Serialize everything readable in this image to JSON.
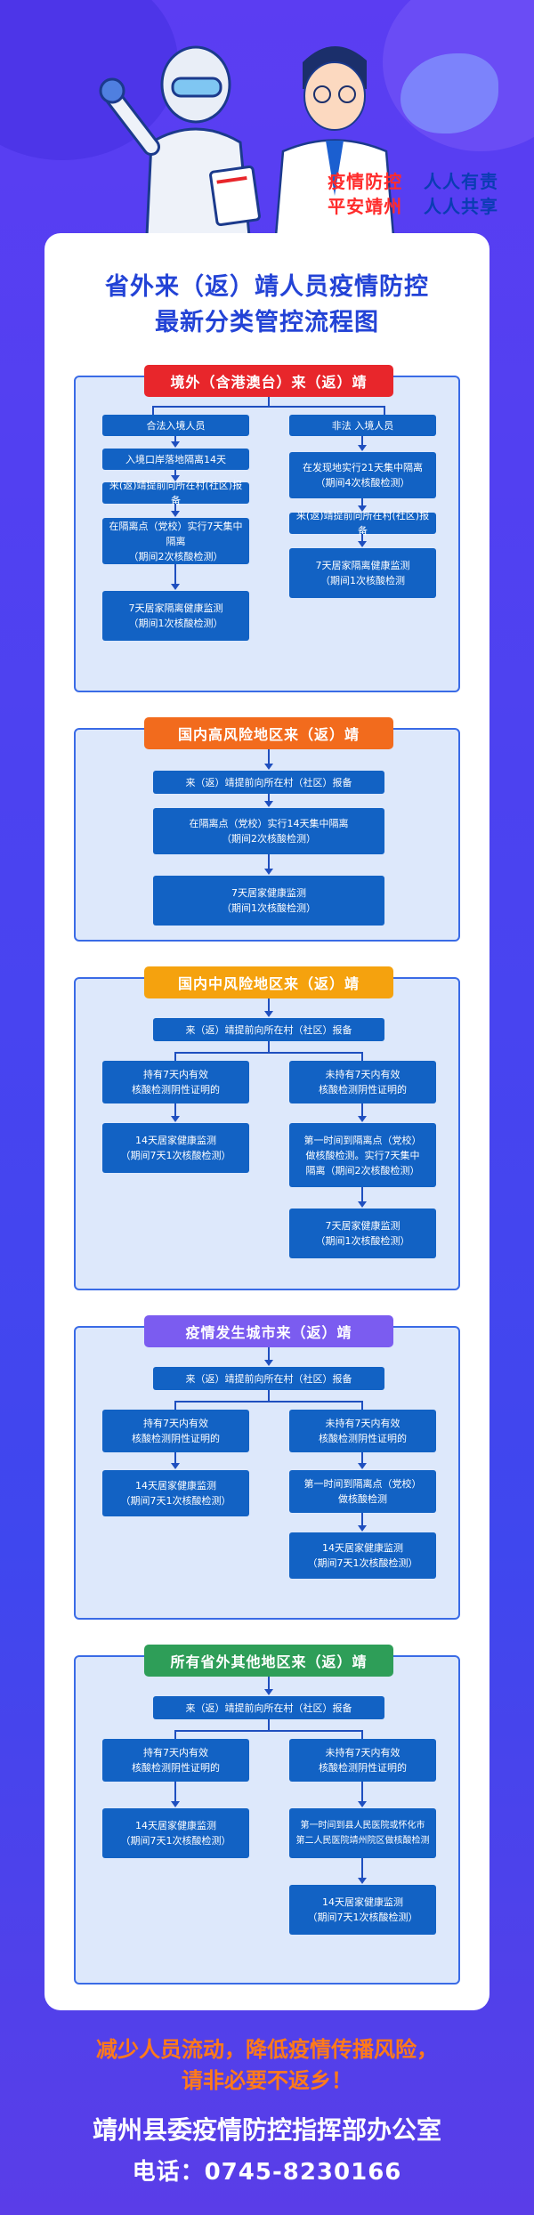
{
  "slogan": {
    "line1_part1": "疫情防控",
    "line1_part2": "人人有责",
    "line2_part1": "平安靖州",
    "line2_part2": "人人共享"
  },
  "title": {
    "line1": "省外来（返）靖人员疫情防控",
    "line2": "最新分类管控流程图"
  },
  "sections": [
    {
      "banner": "境外（含港澳台）来（返）靖",
      "left_head": "合法入境人员",
      "right_head": "非法 入境人员",
      "left": [
        "入境口岸落地隔离14天",
        "来(返)靖提前向所在村(社区)报备",
        "在隔离点（党校）实行7天集中隔离\n（期间2次核酸检测）",
        "7天居家隔离健康监测\n（期间1次核酸检测）"
      ],
      "right": [
        "在发现地实行21天集中隔离\n（期间4次核酸检测）",
        "来(返)靖提前向所在村(社区)报备",
        "7天居家隔离健康监测\n（期间1次核酸检测"
      ]
    },
    {
      "banner": "国内高风险地区来（返）靖",
      "steps": [
        "来（返）靖提前向所在村（社区）报备",
        "在隔离点（党校）实行14天集中隔离\n（期间2次核酸检测）",
        "7天居家健康监测\n（期间1次核酸检测）"
      ]
    },
    {
      "banner": "国内中风险地区来（返）靖",
      "report": "来（返）靖提前向所在村（社区）报备",
      "left": [
        "持有7天内有效\n核酸检测阴性证明的",
        "14天居家健康监测\n（期间7天1次核酸检测）"
      ],
      "right": [
        "未持有7天内有效\n核酸检测阴性证明的",
        "第一时间到隔离点（党校）\n做核酸检测。实行7天集中\n隔离（期间2次核酸检测）",
        "7天居家健康监测\n（期间1次核酸检测）"
      ]
    },
    {
      "banner": "疫情发生城市来（返）靖",
      "report": "来（返）靖提前向所在村（社区）报备",
      "left": [
        "持有7天内有效\n核酸检测阴性证明的",
        "14天居家健康监测\n（期间7天1次核酸检测）"
      ],
      "right": [
        "未持有7天内有效\n核酸检测阴性证明的",
        "第一时间到隔离点（党校）\n做核酸检测",
        "14天居家健康监测\n（期间7天1次核酸检测）"
      ]
    },
    {
      "banner": "所有省外其他地区来（返）靖",
      "report": "来（返）靖提前向所在村（社区）报备",
      "left": [
        "持有7天内有效\n核酸检测阴性证明的",
        "14天居家健康监测\n（期间7天1次核酸检测）"
      ],
      "right": [
        "未持有7天内有效\n核酸检测阴性证明的",
        "第一时间到县人民医院或怀化市\n第二人民医院靖州院区做核酸检测",
        "14天居家健康监测\n（期间7天1次核酸检测）"
      ]
    }
  ],
  "footer": {
    "line1": "减少人员流动，降低疫情传播风险，",
    "line2": "请非必要不返乡！",
    "office": "靖州县委疫情防控指挥部办公室",
    "phone": "电话：0745-8230166"
  },
  "colors": {
    "banner_red": "#e8262b",
    "banner_orange": "#f26b1d",
    "banner_yellow": "#f5a20e",
    "banner_purple": "#7b5cf0",
    "banner_green": "#2e9e58",
    "box_blue": "#1262c4",
    "title_blue": "#2343d6"
  }
}
